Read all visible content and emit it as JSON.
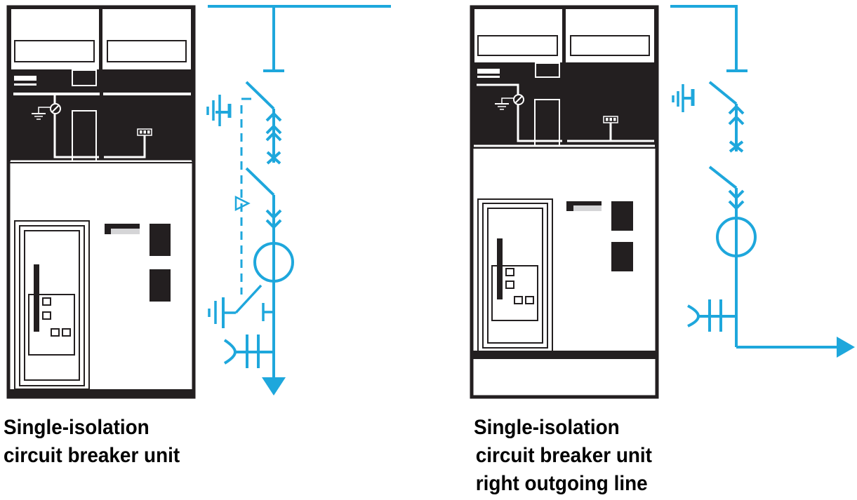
{
  "colors": {
    "diagram_blue": "#1ea7dc",
    "cabinet_dark": "#231f20",
    "background": "#ffffff"
  },
  "units": [
    {
      "id": "left",
      "caption_lines": [
        "Single-isolation",
        "circuit breaker unit"
      ],
      "outgoing": "down",
      "symbols": [
        "busbar",
        "disconnector",
        "earthing-switch",
        "withdrawable-contacts",
        "circuit-breaker",
        "current-transformer",
        "earthing-switch-lower",
        "voltage-indicator",
        "cable-outgoing-arrow"
      ]
    },
    {
      "id": "right",
      "caption_lines": [
        "Single-isolation",
        "circuit breaker unit",
        "right outgoing line"
      ],
      "outgoing": "right",
      "symbols": [
        "busbar",
        "disconnector",
        "earthing-switch",
        "withdrawable-contacts",
        "circuit-breaker",
        "current-transformer",
        "voltage-indicator",
        "cable-outgoing-arrow"
      ]
    }
  ]
}
